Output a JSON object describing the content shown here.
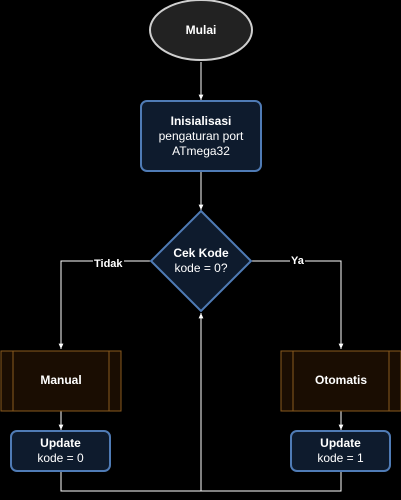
{
  "colors": {
    "background": "#000000",
    "edge": "#ffffff",
    "terminal_fill": "#222222",
    "terminal_stroke": "#cfcfcf",
    "process_fill": "#0e1b2d",
    "process_stroke": "#4f7bb5",
    "subprocess_fill": "#1a0d02",
    "subprocess_stroke": "#8a5a1e"
  },
  "nodes": {
    "start": {
      "label": "Mulai"
    },
    "init": {
      "title": "Inisialisasi",
      "line1": "pengaturan port",
      "line2": "ATmega32"
    },
    "decision": {
      "title": "Cek Kode",
      "line1": "kode = 0?"
    },
    "manual": {
      "label": "Manual"
    },
    "auto": {
      "label": "Otomatis"
    },
    "update_manual": {
      "title": "Update",
      "line1": "kode = 0"
    },
    "update_auto": {
      "title": "Update",
      "line1": "kode = 1"
    }
  },
  "edges": {
    "no_label": "Tidak",
    "yes_label": "Ya"
  }
}
